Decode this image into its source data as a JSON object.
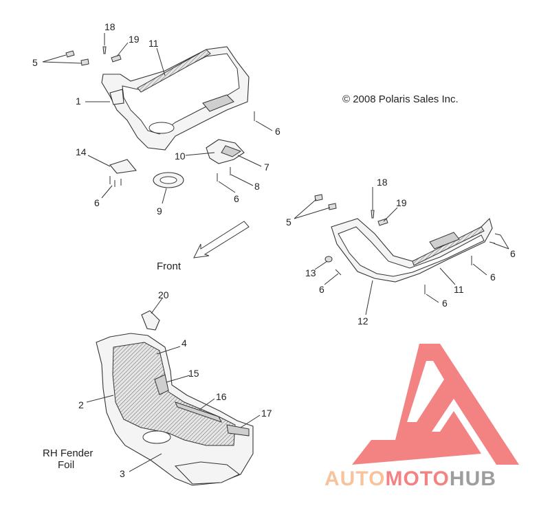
{
  "copyright": "© 2008 Polaris Sales Inc.",
  "front_label": "Front",
  "rh_fender_foil": [
    "RH Fender",
    "Foil"
  ],
  "watermark": {
    "parts": [
      "AUTO",
      "MOTO",
      "HUB"
    ],
    "colors": [
      "#f7b98a",
      "#f26d6d",
      "#8c8c8c"
    ],
    "triangle_color": "#f26d6d"
  },
  "callouts": [
    {
      "id": "c-18-top",
      "text": "18"
    },
    {
      "id": "c-19-top",
      "text": "19"
    },
    {
      "id": "c-5-top",
      "text": "5"
    },
    {
      "id": "c-11-top",
      "text": "11"
    },
    {
      "id": "c-1",
      "text": "1"
    },
    {
      "id": "c-6-a",
      "text": "6"
    },
    {
      "id": "c-14",
      "text": "14"
    },
    {
      "id": "c-10",
      "text": "10"
    },
    {
      "id": "c-7",
      "text": "7"
    },
    {
      "id": "c-8",
      "text": "8"
    },
    {
      "id": "c-6-b",
      "text": "6"
    },
    {
      "id": "c-6-c",
      "text": "6"
    },
    {
      "id": "c-9",
      "text": "9"
    },
    {
      "id": "c-18-r",
      "text": "18"
    },
    {
      "id": "c-19-r",
      "text": "19"
    },
    {
      "id": "c-5-r",
      "text": "5"
    },
    {
      "id": "c-6-d",
      "text": "6"
    },
    {
      "id": "c-13",
      "text": "13"
    },
    {
      "id": "c-6-e",
      "text": "6"
    },
    {
      "id": "c-6-f",
      "text": "6"
    },
    {
      "id": "c-11-r",
      "text": "11"
    },
    {
      "id": "c-6-g",
      "text": "6"
    },
    {
      "id": "c-12",
      "text": "12"
    },
    {
      "id": "c-20",
      "text": "20"
    },
    {
      "id": "c-4",
      "text": "4"
    },
    {
      "id": "c-15",
      "text": "15"
    },
    {
      "id": "c-16",
      "text": "16"
    },
    {
      "id": "c-2",
      "text": "2"
    },
    {
      "id": "c-17",
      "text": "17"
    },
    {
      "id": "c-3",
      "text": "3"
    }
  ]
}
